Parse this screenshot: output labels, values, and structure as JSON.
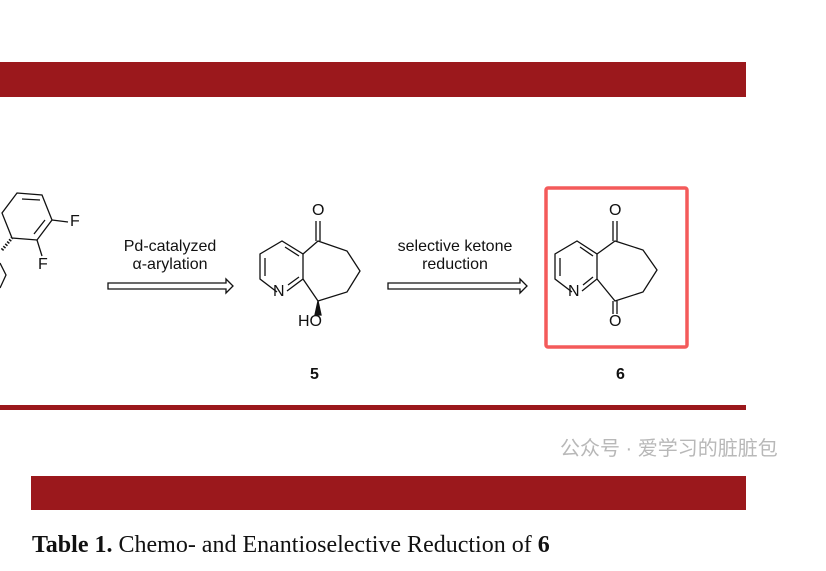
{
  "scheme": {
    "step1": {
      "line1": "Pd-catalyzed",
      "line2": "α-arylation"
    },
    "step2": {
      "line1": "selective ketone",
      "line2": "reduction"
    },
    "compounds": [
      {
        "label": "5"
      },
      {
        "label": "6"
      }
    ],
    "atoms": {
      "F": "F",
      "N": "N",
      "O": "O",
      "HO": "HO"
    },
    "highlight_color": "#f45a5a",
    "bar_color": "#9b181c"
  },
  "caption": {
    "bold": "Table 1.",
    "text": " Chemo- and Enantioselective Reduction of ",
    "compound": "6"
  },
  "watermark": {
    "text": "公众号 · 爱学习的脏脏包"
  }
}
